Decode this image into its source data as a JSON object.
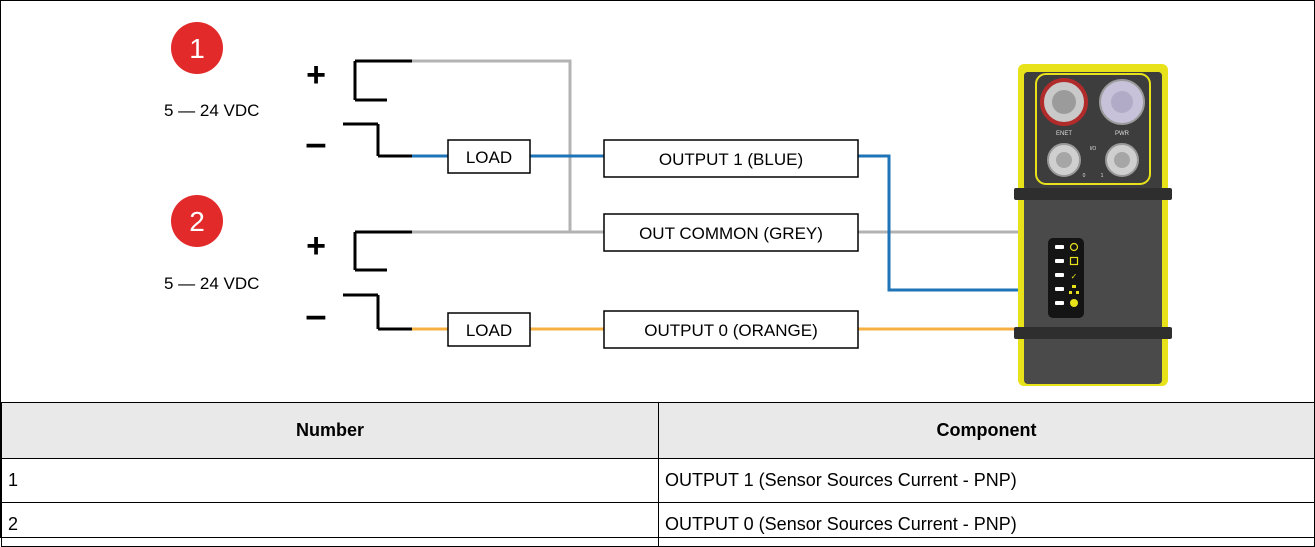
{
  "diagram": {
    "markers": [
      {
        "number": "1",
        "voltage": "5 — 24 VDC"
      },
      {
        "number": "2",
        "voltage": "5 — 24 VDC"
      }
    ],
    "plus_sign": "+",
    "minus_sign": "–",
    "boxes": {
      "load_top": "LOAD",
      "load_bottom": "LOAD",
      "output1": "OUTPUT 1 (BLUE)",
      "out_common": "OUT COMMON (GREY)",
      "output0": "OUTPUT 0 (ORANGE)"
    },
    "device_labels": {
      "enet": "ENET",
      "pwr": "PWR",
      "io": "I/O",
      "io_pin0": "0",
      "io_pin1": "1"
    },
    "wire_colors": {
      "blue": "#1f73b7",
      "grey": "#b3b3b3",
      "orange": "#f5b041"
    },
    "colors": {
      "marker_red": "#e32a2a",
      "device_body": "#4a4a4a",
      "device_yellow": "#e8e21b"
    },
    "device_leds": [
      "power-icon",
      "trigger-icon",
      "check-x-icon",
      "network-icon",
      "warning-icon"
    ]
  },
  "table": {
    "headers": {
      "number": "Number",
      "component": "Component"
    },
    "rows": [
      {
        "number": "1",
        "component": "OUTPUT 1 (Sensor Sources Current - PNP)"
      },
      {
        "number": "2",
        "component": "OUTPUT 0 (Sensor Sources Current - PNP)"
      }
    ]
  }
}
